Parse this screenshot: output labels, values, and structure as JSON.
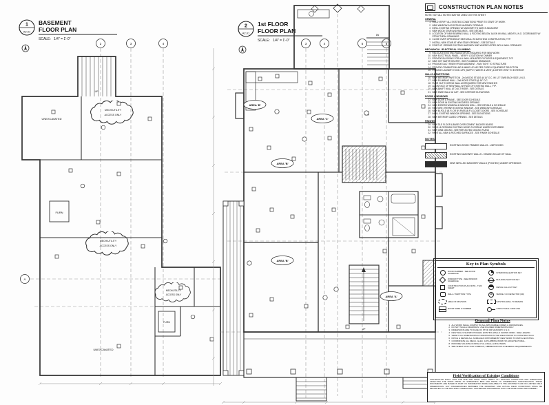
{
  "sheet": {
    "basement_title": {
      "num": "1",
      "sheet": "A2.01",
      "line1": "BASEMENT",
      "line2": "FLOOR PLAN",
      "scale_label": "SCALE:",
      "scale": "1/4\" = 1'-0\""
    },
    "first_title": {
      "num": "2",
      "sheet": "A2.01",
      "line1": "1st FLOOR",
      "line2": "FLOOR PLAN",
      "scale_label": "SCALE:",
      "scale": "1/4\" = 1'-0\""
    }
  },
  "basement_plan": {
    "grid": [
      "2",
      "3",
      "4"
    ],
    "grid_left": "A",
    "labels": {
      "unexcavated1": "UNEXCAVATED",
      "unexcavated2": "UNEXCAVATED",
      "furn1": "FURN",
      "furn2": "FURN",
      "up": "UP"
    },
    "cloud_line1": "MECH/UTILITY",
    "cloud_line2": "ACCESS ONLY"
  },
  "first_plan": {
    "grid": [
      "3",
      "4",
      "5",
      "6"
    ],
    "areas": [
      {
        "label": "AREA 'B'"
      },
      {
        "label": "AREA 'C'"
      },
      {
        "label": "AREA 'B'"
      },
      {
        "label": "AREA 'B'"
      },
      {
        "label": "AREA 'A'"
      }
    ],
    "up": "UP",
    "dn": "DN"
  },
  "construction_notes": {
    "title": "CONSTRUCTION PLAN NOTES",
    "subtitle": "NOTE: NOT ALL NOTES MAY BE USED ON THIS SHEET",
    "sections": [
      {
        "heading": "GENERAL",
        "items": [
          {
            "n": "1",
            "t": "FIELD VERIFY ALL EXISTING CONDITIONS PRIOR TO START OF WORK"
          },
          {
            "n": "2",
            "t": "NEW WINDOW IN EXISTING MASONRY OPENING"
          },
          {
            "n": "3",
            "t": "INFILL EXISTING OPENING W/ MASONRY TO MATCH ADJACENT"
          },
          {
            "n": "4",
            "t": "NEW WOOD STAIR AND RAILINGS - SEE DETAILS"
          },
          {
            "n": "5",
            "t": "LOCATION OF NEW BEARING WALL & FOOTING BELOW. ALIGN W/ WALL ABOVE U.N.O. COORDINATE W/ STRUCTURAL DRAWINGS"
          },
          {
            "n": "6",
            "t": "CLOSE OVER OPENING AT NEW WALL W/ MATCHING CONSTRUCTION, TYP."
          },
          {
            "n": "7",
            "t": "INSTALL NEW STAIR AT NEW STAIR OPENING - SEE DETAILS"
          },
          {
            "n": "8",
            "t": "POINT UP / REPAIR EXISTING MASONRY AND WHERE NOTED INFILL WALL OPENINGS"
          }
        ]
      },
      {
        "heading": "MECHANICAL / ELECTRICAL / PLUMBING",
        "items": [
          {
            "n": "9",
            "t": "RELOCATE EXISTING RADIATOR AS REQUIRED FOR NEW WORK"
          },
          {
            "n": "10",
            "t": "NEW ELECTRICAL PANEL - VERIFY LOCATION W/ OWNER"
          },
          {
            "n": "11",
            "t": "PROVIDE BLOCKING FOR ALL WALL MOUNTED FIXTURES & EQUIPMENT, TYP."
          },
          {
            "n": "12",
            "t": "NEW HOT WATER HEATER - SEE PLUMBING DRAWINGS"
          },
          {
            "n": "13",
            "t": "PROVIDE DUCT RISER FROM BASEMENT - RUN TIGHT TO STRUCTURE"
          },
          {
            "n": "14",
            "t": "PROVIDE COMBUSTION AIR & MAKE-UP AIR PER CODE & EQUIPMENT SELECTION"
          },
          {
            "n": "15",
            "t": "PROVIDE LAUNDRY HOOK-UPS (SUPPLY, WASTE & VENT) & DRYER VENT TO EXTERIOR"
          }
        ]
      },
      {
        "heading": "WALLS & PARTITIONS",
        "items": [
          {
            "n": "16",
            "t": "NEW INTERIOR PARTITION - 2x4 WOOD STUDS @ 16\" O.C. W/ 1/2\" GWB EACH SIDE U.N.O."
          },
          {
            "n": "17",
            "t": "NEW PLUMBING WALL - 2x6 WOOD STUDS @ 16\" O.C."
          },
          {
            "n": "18",
            "t": "FURR OUT EXISTING WALL AS REQUIRED FOR NEW FINISHES"
          },
          {
            "n": "19",
            "t": "ALIGN FACE OF NEW WALL W/ FACE OF EXISTING WALL, TYP."
          },
          {
            "n": "20",
            "t": "NEW SHAFT WALL AT DUCT RISER - SEE DETAILS"
          },
          {
            "n": "21",
            "t": "NEW KNEE WALL W/ CAP - SEE INTERIOR ELEVATIONS"
          }
        ]
      },
      {
        "heading": "DOORS & WINDOWS",
        "items": [
          {
            "n": "22",
            "t": "NEW DOOR & FRAME - SEE DOOR SCHEDULE"
          },
          {
            "n": "23",
            "t": "NEW DOOR IN EXISTING MODIFIED OPENING"
          },
          {
            "n": "24",
            "t": "NEW EGRESS WINDOW & WINDOW WELL - SEE DETAILS & SCHEDULE"
          },
          {
            "n": "25",
            "t": "RESTORE / REPAIR EXISTING WINDOW - SEE WINDOW SCHEDULE"
          },
          {
            "n": "26",
            "t": "NEW BI-FOLD (B.F.) OR BY-PASS (B.P.) CLOSET DOORS - SEE SCHEDULE"
          },
          {
            "n": "27",
            "t": "INFILL EXISTING WINDOW OPENING - SEE ELEVATIONS"
          },
          {
            "n": "28",
            "t": "NEW INTERIOR CASED OPENING - SEE DETAILS"
          }
        ]
      },
      {
        "heading": "FINISHES",
        "items": [
          {
            "n": "29",
            "t": "NEW TILE FLOOR & BASE OVER CEMENT BACKER BOARD"
          },
          {
            "n": "30",
            "t": "PATCH & REFINISH EXISTING WOOD FLOORING WHERE DISTURBED"
          },
          {
            "n": "31",
            "t": "NEW GWB CEILING - SEE REFLECTED CEILING PLANS"
          },
          {
            "n": "32",
            "t": "PAINT ALL NEW & PATCHED SURFACES - SEE FINISH SCHEDULE"
          }
        ]
      }
    ]
  },
  "legend": {
    "title": "NOTES:",
    "items": [
      {
        "label": "EXISTING WOOD FRAMED WALLS - UNPOCHED"
      },
      {
        "label": "EXISTING MASONRY WALLS - DRAWN SCALE OF WALL"
      },
      {
        "label": "NEW INFILLED MASONRY WALLS (POCHED) UNDER OPENINGS"
      }
    ]
  },
  "key_symbols": {
    "title": "Key to Plan Symbols",
    "left": [
      {
        "label": "DOOR NUMBER - SEE DOOR SCHEDULE"
      },
      {
        "label": "WINDOW TYPE - SEE WINDOW SCHEDULE"
      },
      {
        "label": "CONSTRUCTION PLAN NOTE - THIS SHEET"
      },
      {
        "label": "WALL / PARTITION TYPE"
      },
      {
        "label": "AREA OF REVISION"
      },
      {
        "label": "ROOM NAME & NUMBER"
      }
    ],
    "right": [
      {
        "label": "INTERIOR ELEVATION KEY"
      },
      {
        "label": "BUILDING SECTION KEY"
      },
      {
        "label": "DETAIL CALLOUT KEY"
      },
      {
        "label": "SMOKE / CO DETECTOR (SD)",
        "glyph": "SD"
      },
      {
        "label": "EXISTING WALL TO REMAIN"
      },
      {
        "label": "STRUCTURAL GRID LINE"
      }
    ]
  },
  "general_notes": {
    "title": "General Plan Notes",
    "items": [
      {
        "n": "1",
        "t": "ALL WORK SHALL COMPLY W/ ALL APPLICABLE CODES & ORDINANCES."
      },
      {
        "n": "2",
        "t": "DO NOT SCALE DRAWINGS. USE FIGURED DIMENSIONS ONLY."
      },
      {
        "n": "3",
        "t": "DIMENSIONS ARE TO FACE OF STUD OR MASONRY U.N.O."
      },
      {
        "n": "4",
        "t": "NEW WALLS SHOWN POCHED; EXISTING WALLS SHOWN OPEN - SEE LEGEND."
      },
      {
        "n": "5",
        "t": "VERIFY ALL DIMENSIONS & CONDITIONS IN THE FIELD PRIOR TO CONSTRUCTION."
      },
      {
        "n": "6",
        "t": "PATCH & REPAIR ALL SURFACES DISTURBED BY NEW WORK TO MATCH EXISTING."
      },
      {
        "n": "7",
        "t": "COORDINATE ALL MECH., ELEC. & PLUMBING WORK W/ ARCHITECTURAL."
      },
      {
        "n": "8",
        "t": "PROVIDE SOLID BLOCKING AT ALL WALL-HUNG ITEMS."
      },
      {
        "n": "9",
        "t": "SEE SHEET A0.01 FOR SYMBOLS, ABBREVIATIONS & GENERAL REQUIREMENTS."
      }
    ]
  },
  "field_verification": {
    "title": "Field Verification of Existing Conditions",
    "body": "CONTRACTOR SHALL VISIT THE SITE AND SHALL FIELD VERIFY ALL EXISTING CONDITIONS AND DIMENSIONS AFFECTING THE WORK PRIOR TO SUBMITTING BIDS AND PRIOR TO COMMENCING CONSTRUCTION. THESE DOCUMENTS ARE BASED IN PART ON INFORMATION MADE AVAILABLE TO THE ARCHITECT AND ON LIMITED FIELD OBSERVATION. ANY DISCREPANCIES BETWEEN THE DRAWINGS AND ACTUAL FIELD CONDITIONS SHALL BE REPORTED TO THE ARCHITECT IMMEDIATELY AND BEFORE PROCEEDING WITH THE WORK AFFECTED THEREBY."
  }
}
